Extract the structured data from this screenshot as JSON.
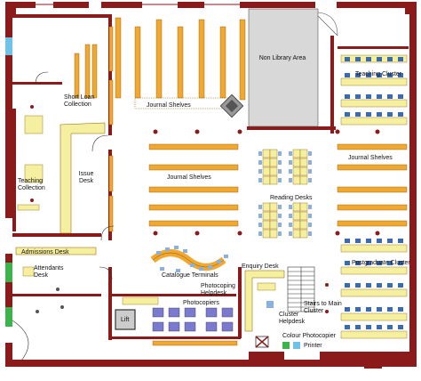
{
  "labels": {
    "non_library_area": "Non Library Area",
    "short_loan": "Short Loan Collection",
    "journal_shelves_top": "Journal Shelves",
    "journal_shelves_mid": "Journal Shelves",
    "journal_shelves_right": "Journal Shelves",
    "teaching_cluster": "Teaching Cluster",
    "issue_desk": "Issue Desk",
    "teaching_collection": "Teaching Collection",
    "reading_desks": "Reading Desks",
    "admissions_desk": "Admissions Desk",
    "attendants_desk": "Attendants Desk",
    "catalogue_terminals": "Catalogue Terminals",
    "photocopying_helpdesk": "Photocoping Helpdesk",
    "photocopiers": "Photocopiers",
    "enquiry_desk": "Enquiry Desk",
    "postgraduate_cluster": "Postgraduate Cluster",
    "stairs": "Stairs to Main Cluster",
    "cluster_helpdesk": "Cluster Helpdesk",
    "colour_photocopier": "Colour Photocopier",
    "printer": "Printer",
    "lift": "Lift"
  },
  "colors": {
    "wall": "#8b1a1a",
    "shelf": "#f0a830",
    "desk": "#f5f0a0",
    "monitor": "#3a6ab0",
    "chair": "#8ab0e0",
    "grey_area": "#d8d8d8",
    "glass": "#6ec3e6",
    "green_door": "#3cb44b"
  }
}
